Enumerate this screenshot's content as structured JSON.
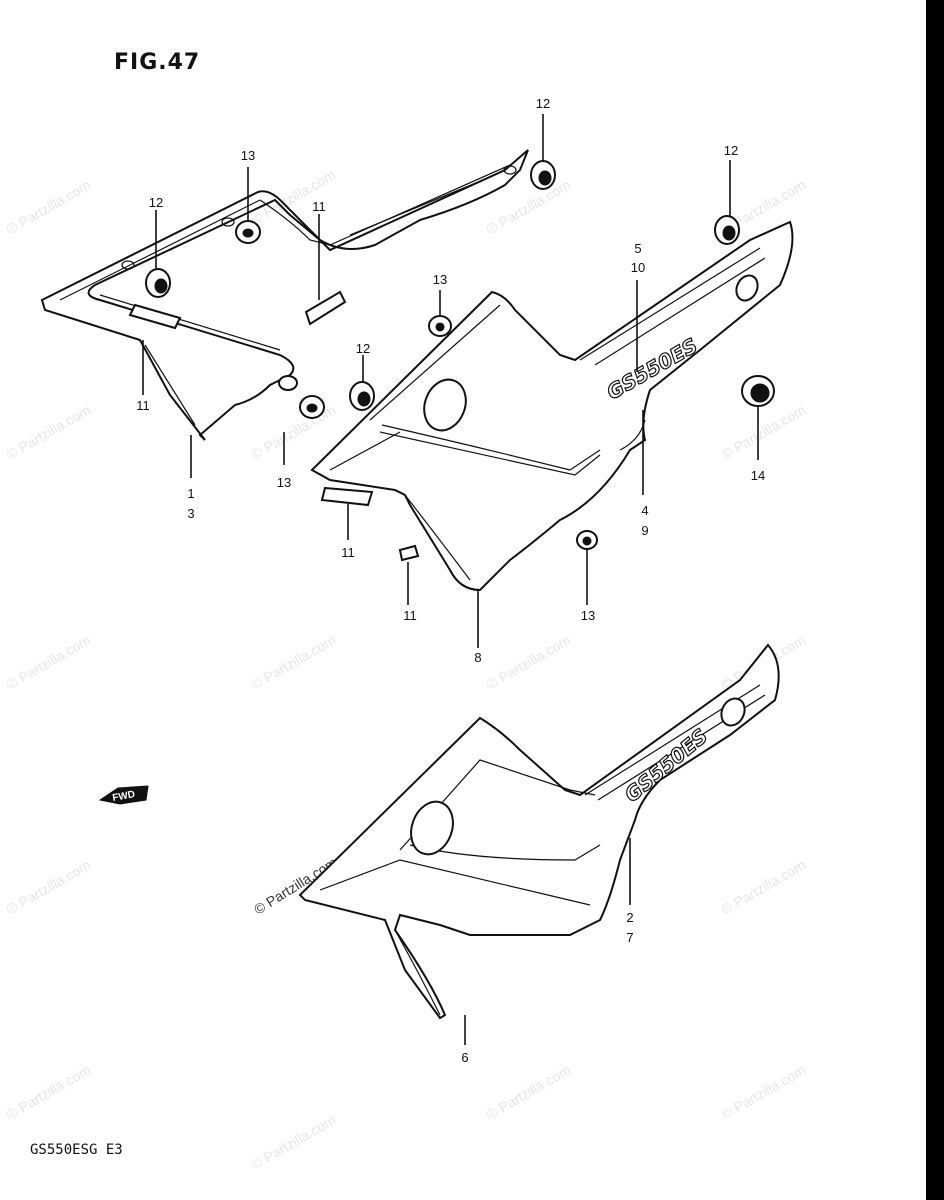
{
  "figure": {
    "title": "FIG.47"
  },
  "footer": {
    "model_code": "GS550ESG  E3"
  },
  "watermark": {
    "text": "© Partzilla.com"
  },
  "logos": {
    "upper_cover": "GS550ES",
    "lower_cover": "GS550ES"
  },
  "arrow_badge": {
    "label": "FWD"
  },
  "callouts": [
    {
      "id": "c-13-top",
      "text": "13"
    },
    {
      "id": "c-12-left",
      "text": "12"
    },
    {
      "id": "c-11-top",
      "text": "11"
    },
    {
      "id": "c-12-top",
      "text": "12"
    },
    {
      "id": "c-12-right",
      "text": "12"
    },
    {
      "id": "c-5",
      "text": "5"
    },
    {
      "id": "c-10",
      "text": "10"
    },
    {
      "id": "c-13-mid",
      "text": "13"
    },
    {
      "id": "c-12-mid",
      "text": "12"
    },
    {
      "id": "c-11-left",
      "text": "11"
    },
    {
      "id": "c-1",
      "text": "1"
    },
    {
      "id": "c-3",
      "text": "3"
    },
    {
      "id": "c-13-low",
      "text": "13"
    },
    {
      "id": "c-14",
      "text": "14"
    },
    {
      "id": "c-4",
      "text": "4"
    },
    {
      "id": "c-9",
      "text": "9"
    },
    {
      "id": "c-11-mid",
      "text": "11"
    },
    {
      "id": "c-11-low",
      "text": "11"
    },
    {
      "id": "c-13-right",
      "text": "13"
    },
    {
      "id": "c-8",
      "text": "8"
    },
    {
      "id": "c-2",
      "text": "2"
    },
    {
      "id": "c-7",
      "text": "7"
    },
    {
      "id": "c-6",
      "text": "6"
    }
  ]
}
